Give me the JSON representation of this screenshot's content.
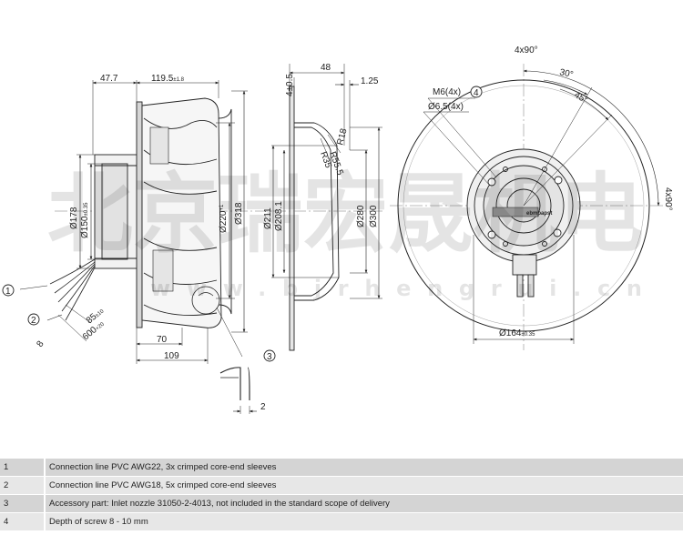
{
  "watermark": {
    "chinese": "北京瑞宏晟机电",
    "latin": "www.bjrhengrui.cn"
  },
  "side_view": {
    "dims": {
      "d_47_7": "47.7",
      "d_119_5": "119.5",
      "d_119_5_tol": "±1.8",
      "d_178": "Ø178",
      "d_150": "Ø150",
      "d_150_tol": "±0.35",
      "d_220": "Ø220",
      "d_220_tol": "+1",
      "d_318": "Ø318",
      "d_70": "70",
      "d_109": "109",
      "d_85": "85",
      "d_85_tol": "±10",
      "d_600": "600",
      "d_600_tol": "+20",
      "d_8": "8",
      "d_2": "2"
    }
  },
  "section_view": {
    "dims": {
      "d_4_5": "4±0.5",
      "d_48": "48",
      "d_1_25": "1.25",
      "r_18": "R18",
      "r_35": "R35",
      "r_55_5": "R55.5",
      "d_211": "Ø211",
      "d_208_1": "Ø208.1",
      "d_280": "Ø280",
      "d_300": "Ø300"
    }
  },
  "front_view": {
    "dims": {
      "d_4x90": "4x90°",
      "d_30": "30°",
      "d_45": "45°",
      "m6": "M6(4x)",
      "d_6_5": "Ø6.5(4x)",
      "d_4x90_v": "4x90°",
      "d_164": "Ø164",
      "d_164_tol": "±0.35"
    },
    "logo": "ebmpapst"
  },
  "callouts": [
    "1",
    "2",
    "3",
    "4"
  ],
  "legend": [
    {
      "num": "1",
      "text": "Connection line PVC AWG22, 3x crimped core-end sleeves"
    },
    {
      "num": "2",
      "text": "Connection line PVC AWG18, 5x crimped core-end sleeves"
    },
    {
      "num": "3",
      "text": "Accessory part: Inlet nozzle 31050-2-4013, not included in the standard scope of delivery"
    },
    {
      "num": "4",
      "text": "Depth of screw 8 - 10 mm"
    }
  ]
}
